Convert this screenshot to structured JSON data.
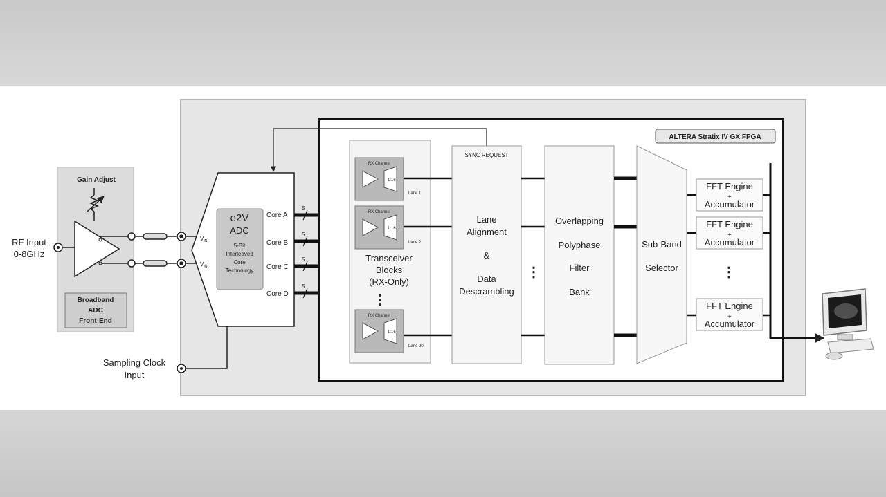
{
  "rf_input": {
    "line1": "RF Input",
    "line2": "0-8GHz"
  },
  "front_end": {
    "gain_adjust": "Gain Adjust",
    "label": [
      "Broadband",
      "ADC",
      "Front-End"
    ]
  },
  "sampling_clock": {
    "line1": "Sampling Clock",
    "line2": "Input"
  },
  "adc": {
    "logo": "e2V",
    "title": "ADC",
    "tech": [
      "5-Bit",
      "Interleaved",
      "Core",
      "Technology"
    ],
    "vin_plus": "V",
    "vin_plus_sub": "IN+",
    "vin_minus": "V",
    "vin_minus_sub": "IN-",
    "cores": [
      "Core A",
      "Core B",
      "Core C",
      "Core D"
    ],
    "bus_width": "5"
  },
  "fpga": {
    "label": "ALTERA Stratix IV GX FPGA"
  },
  "transceiver": {
    "rx_channel": "RX Channel",
    "ratio": "1:16",
    "lanes": [
      "Lane 1",
      "Lane 2",
      "Lane 20"
    ],
    "label": [
      "Transceiver",
      "Blocks",
      "(RX-Only)"
    ],
    "dots": "⋮"
  },
  "lane_alignment": {
    "sync": "SYNC REQUEST",
    "label": [
      "Lane",
      "Alignment",
      "&",
      "Data",
      "Descrambling"
    ]
  },
  "filter_bank": {
    "label": [
      "Overlapping",
      "Polyphase",
      "Filter",
      "Bank"
    ]
  },
  "subband": {
    "label": [
      "Sub-Band",
      "Selector"
    ]
  },
  "fft": {
    "engines": [
      {
        "line1": "FFT Engine",
        "plus": "+",
        "line2": "Accumulator"
      },
      {
        "line1": "FFT Engine",
        "plus": "+",
        "line2": "Accumulator"
      },
      {
        "line1": "FFT Engine",
        "plus": "+",
        "line2": "Accumulator"
      }
    ],
    "dots": "⋮"
  },
  "middle_dots": "⋮"
}
